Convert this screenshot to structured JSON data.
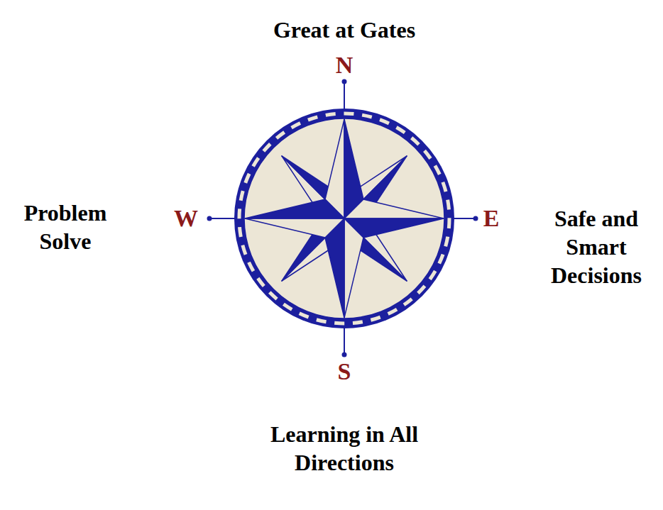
{
  "diagram": {
    "labels": [
      "Great at Gates",
      "N",
      "Problem Solve",
      "W",
      "E",
      "Safe and Smart Decisions",
      "S",
      "Learning in All Directions"
    ]
  }
}
